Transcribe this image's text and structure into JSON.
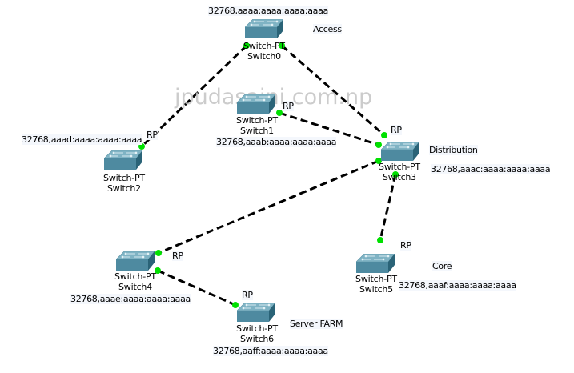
{
  "watermark": "jpudasaini.com.np",
  "colors": {
    "link": "#000000",
    "port": "#00e000",
    "switch_top": "#7fb3c4",
    "switch_front": "#4e8aa0",
    "switch_side": "#2a6377"
  },
  "zones": {
    "access": "Access",
    "distribution": "Distribution",
    "core": "Core",
    "server_farm": "Server FARM"
  },
  "devices": [
    {
      "id": "switch0",
      "model": "Switch-PT",
      "name": "Switch0",
      "bridge_id": "32768,aaaa:aaaa:aaaa:aaaa"
    },
    {
      "id": "switch1",
      "model": "Switch-PT",
      "name": "Switch1",
      "bridge_id": "32768,aaab:aaaa:aaaa:aaaa"
    },
    {
      "id": "switch2",
      "model": "Switch-PT",
      "name": "Switch2",
      "bridge_id": "32768,aaad:aaaa:aaaa:aaaa"
    },
    {
      "id": "switch3",
      "model": "Switch-PT",
      "name": "Switch3",
      "bridge_id": "32768,aaac:aaaa:aaaa:aaaa"
    },
    {
      "id": "switch4",
      "model": "Switch-PT",
      "name": "Switch4",
      "bridge_id": "32768,aaae:aaaa:aaaa:aaaa"
    },
    {
      "id": "switch5",
      "model": "Switch-PT",
      "name": "Switch5",
      "bridge_id": "32768,aaaf:aaaa:aaaa:aaaa"
    },
    {
      "id": "switch6",
      "model": "Switch-PT",
      "name": "Switch6",
      "bridge_id": "32768,aaff:aaaa:aaaa:aaaa"
    }
  ],
  "links": [
    {
      "from": "switch0",
      "to": "switch2",
      "rp_end": "switch2"
    },
    {
      "from": "switch0",
      "to": "switch3",
      "rp_end": "switch3"
    },
    {
      "from": "switch1",
      "to": "switch3",
      "rp_end": "switch1"
    },
    {
      "from": "switch3",
      "to": "switch4",
      "rp_end": "switch4"
    },
    {
      "from": "switch3",
      "to": "switch5",
      "rp_end": "switch5"
    },
    {
      "from": "switch4",
      "to": "switch6",
      "rp_end": "switch6"
    }
  ],
  "port_role_label": "RP"
}
